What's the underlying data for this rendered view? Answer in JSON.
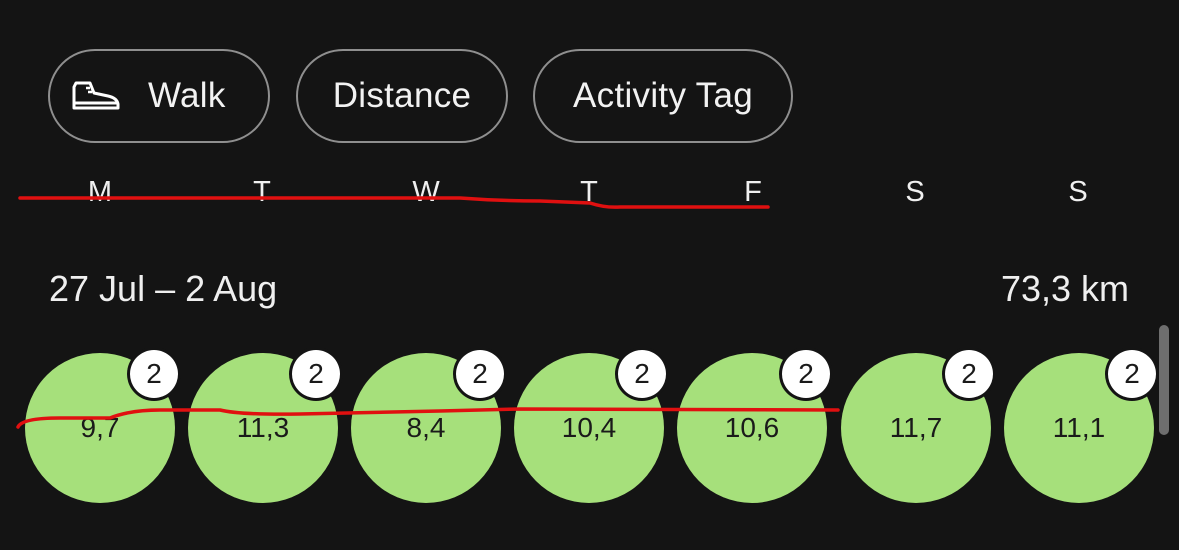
{
  "filters": [
    {
      "label": "Walk",
      "icon": "shoe-icon"
    },
    {
      "label": "Distance"
    },
    {
      "label": "Activity Tag"
    }
  ],
  "weekdays": [
    "M",
    "T",
    "W",
    "T",
    "F",
    "S",
    "S"
  ],
  "summary": {
    "range": "27 Jul – 2 Aug",
    "total": "73,3 km"
  },
  "days": [
    {
      "value": "9,7",
      "count": "2"
    },
    {
      "value": "11,3",
      "count": "2"
    },
    {
      "value": "8,4",
      "count": "2"
    },
    {
      "value": "10,4",
      "count": "2"
    },
    {
      "value": "10,6",
      "count": "2"
    },
    {
      "value": "11,7",
      "count": "2"
    },
    {
      "value": "11,1",
      "count": "2"
    }
  ],
  "colors": {
    "background": "#141414",
    "bubble": "#a6e07b",
    "annotation": "#e01010"
  }
}
